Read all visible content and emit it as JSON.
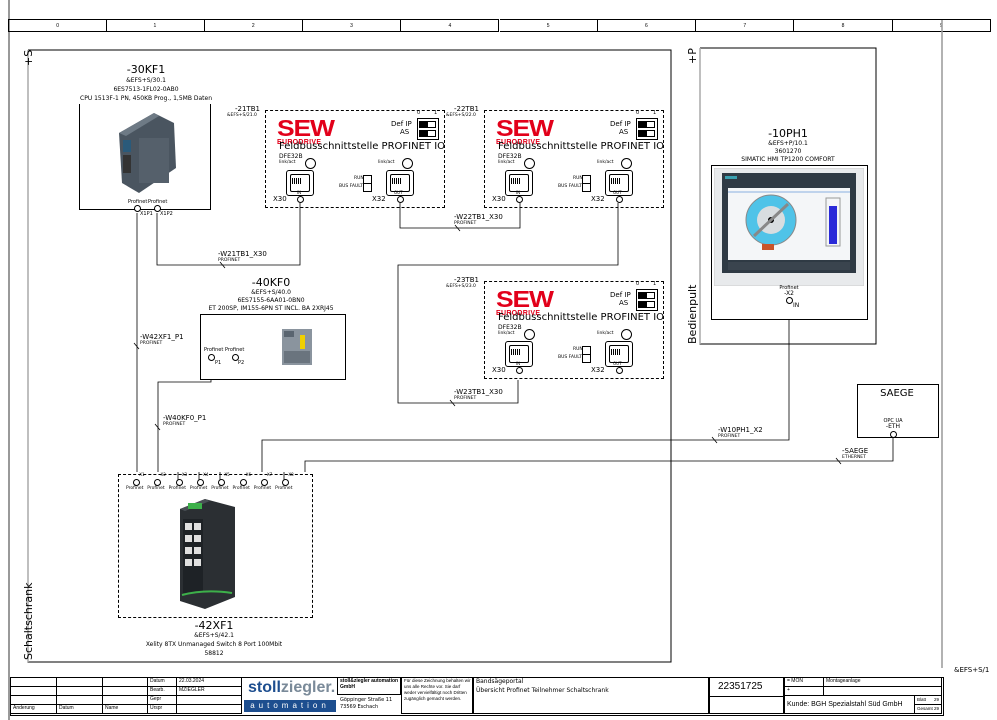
{
  "sheet": {
    "column_numbers": [
      "0",
      "1",
      "2",
      "3",
      "4",
      "5",
      "6",
      "7",
      "8",
      "9"
    ],
    "left_label_top": "+S",
    "left_label_bottom": "Schaltschrank",
    "right_panel_label_top": "+P",
    "right_panel_label": "Bedienpult",
    "page_ref": "&EFS+S/1"
  },
  "devices": {
    "cpu": {
      "tag": "-30KF1",
      "ref": "&EFS+S/30.1",
      "order": "6ES7513-1FL02-0AB0",
      "desc": "CPU 1513F-1 PN, 450KB Prog., 1,5MB Daten",
      "port1_type": "Profinet",
      "port2_type": "Profinet",
      "port1": "X1P1",
      "port2": "X1P2"
    },
    "et200": {
      "tag": "-40KF0",
      "ref": "&EFS+S/40.0",
      "order": "6ES7155-6AA01-0BN0",
      "desc": "ET 200SP, IM155-6PN ST INCL. BA 2XRJ45",
      "port1_type": "Profinet",
      "port2_type": "Profinet",
      "port1": "P1",
      "port2": "P2"
    },
    "hmi": {
      "tag": "-10PH1",
      "ref": "&EFS+P/10.1",
      "order": "3601270",
      "desc": "SIMATIC HMI TP1200 COMFORT",
      "port_type": "Profinet",
      "port": "-X2",
      "port_dir": "IN"
    },
    "switch": {
      "tag": "-42XF1",
      "ref": "&EFS+S/42.1",
      "desc": "Xelity 8TX Unmanaged Switch 8 Port 100Mbit",
      "order": "58812",
      "ports": [
        "-X1",
        "-X2",
        "-X3",
        "-X4",
        "-X5",
        "-X6",
        "-X7",
        "-X8"
      ],
      "port_type": "Profinet"
    },
    "saege": {
      "title": "SAEGE",
      "port_type": "OPC UA",
      "port": "-ETH"
    },
    "sew": [
      {
        "tag": "-21TB1",
        "ref": "&EFS+S/21.0"
      },
      {
        "tag": "-22TB1",
        "ref": "&EFS+S/22.0"
      },
      {
        "tag": "-23TB1",
        "ref": "&EFS+S/23.0"
      }
    ],
    "sew_common": {
      "logo": "SEW",
      "logo_sub": "EURODRIVE",
      "title": "Feldbusschnittstelle PROFINET IO",
      "model": "DFE32B",
      "dip_0": "0",
      "dip_1": "1",
      "dip_def_ip": "Def IP",
      "dip_as": "AS",
      "link_act": "link/act",
      "run": "RUN",
      "bus_fault": "BUS FAULT",
      "in_label": "IN",
      "out_label": "OUT",
      "x30": "X30",
      "x32": "X32"
    }
  },
  "cables": [
    {
      "name": "-W21TB1_X30",
      "type": "PROFINET"
    },
    {
      "name": "-W22TB1_X30",
      "type": "PROFINET"
    },
    {
      "name": "-W23TB1_X30",
      "type": "PROFINET"
    },
    {
      "name": "-W42XF1_P1",
      "type": "PROFINET"
    },
    {
      "name": "-W40KF0_P1",
      "type": "PROFINET"
    },
    {
      "name": "-W10PH1_X2",
      "type": "PROFINET"
    },
    {
      "name": "-SAEGE",
      "type": "ETHERNET"
    }
  ],
  "title_block": {
    "rev_headers": [
      "Änderung",
      "Datum",
      "Name"
    ],
    "row_labels": [
      "Datum",
      "Bearb.",
      "Gepr",
      "Urspr"
    ],
    "date": "22.03.2024",
    "editor": "MZIEGLER",
    "logo_main_a": "stoll",
    "logo_main_b": "ziegler.",
    "logo_sub": "automation",
    "company_name": "stoll&ziegler automation GmbH",
    "company_addr1": "Göppinger Straße 11",
    "company_addr2": "73569 Eschach",
    "copyright": "Für diese Zeichnung behalten wir uns alle Rechte vor. Sie darf weder vervielfältigt noch Dritten zugänglich gemacht werden.",
    "project": "Bandsägeportal",
    "sheet_title": "Übersicht Profinet Teilnehmer Schaltschrank",
    "drawing_no": "22351725",
    "func_code": "= MON",
    "func_desc": "Montageanlage",
    "loc_code": "+",
    "customer_label": "Kunde:",
    "customer": "BGH Spezialstahl Süd GmbH",
    "sheet_label": "Blatt",
    "sheet_no": "29",
    "total_label": "Gesamt",
    "total_no": "29"
  }
}
